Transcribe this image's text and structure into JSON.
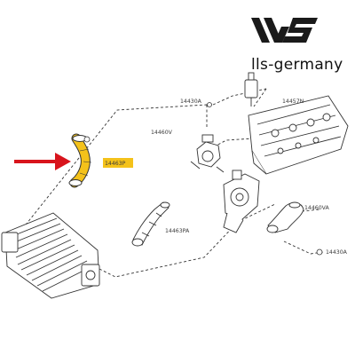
{
  "brand": {
    "name": "lls-germany",
    "logo_icon": "lls-logo-icon"
  },
  "diagram": {
    "part_labels": {
      "p14430A_top": "14430A",
      "p14457N": "14457N",
      "p14460V": "14460V",
      "p14463P": "14463P",
      "p14460VA": "14460VA",
      "p14463PA": "14463PA",
      "p14430A_bottom": "14430A"
    },
    "highlighted_part": "14463P",
    "highlight_color": "#f4c21a",
    "arrow_color": "#d8141c",
    "line_color": "#333333"
  }
}
